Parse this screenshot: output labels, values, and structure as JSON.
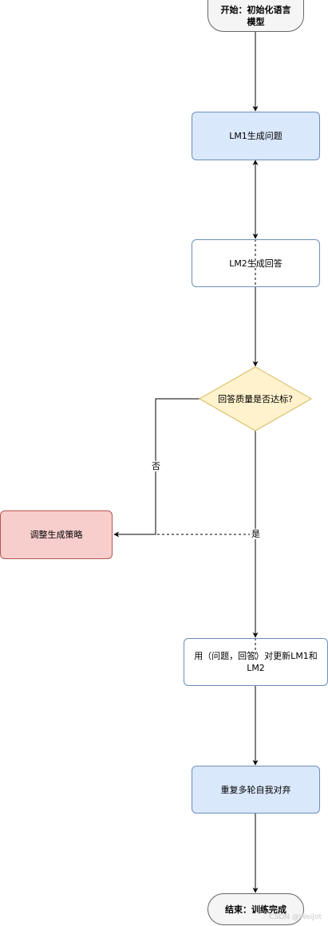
{
  "nodes": {
    "start": "开始：初始化语言模型",
    "lm1_generate": "LM1生成问题",
    "lm2_answer": "LM2生成回答",
    "quality_check": "回答质量是否达标?",
    "adjust_strategy": "调整生成策略",
    "update": "用（问题，回答）对更新LM1和LM2",
    "repeat": "重复多轮自我对弃",
    "end": "结束：训练完成"
  },
  "edges": {
    "no_label": "否",
    "yes_label": "是"
  },
  "watermark": "CSDN @WeiJot",
  "colors": {
    "terminal_fill": "#f5f5f5",
    "process_fill": "#dae8fc",
    "process_stroke": "#6c8ebf",
    "decision_fill": "#fff2cc",
    "decision_stroke": "#d6b656",
    "alert_fill": "#f8cecc",
    "alert_stroke": "#b85450"
  }
}
